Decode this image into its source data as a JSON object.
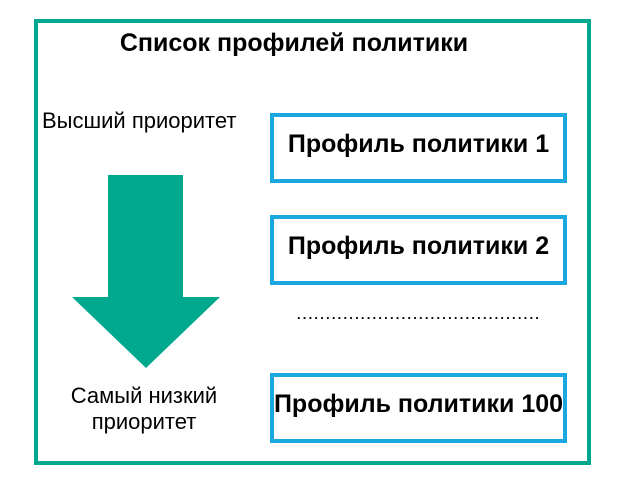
{
  "diagram": {
    "title": "Список профилей политики",
    "priority": {
      "high_label": "Высший приоритет",
      "low_label": "Самый низкий приоритет",
      "arrow_icon": "down-arrow-icon"
    },
    "profiles": [
      {
        "label": "Профиль политики 1"
      },
      {
        "label": "Профиль политики 2"
      },
      {
        "label": "Профиль политики 100"
      }
    ],
    "ellipsis": "................................................",
    "colors": {
      "frame_teal": "#00A88E",
      "arrow_teal": "#00A88E",
      "profile_box_blue": "#1BA8E0",
      "text": "#000000",
      "background": "#FFFFFF"
    }
  }
}
